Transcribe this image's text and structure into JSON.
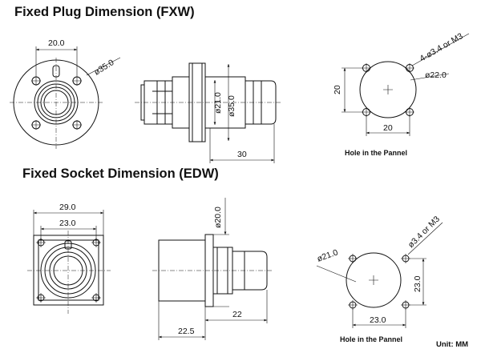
{
  "titles": {
    "plug": "Fixed Plug Dimension (FXW)",
    "socket": "Fixed Socket Dimension (EDW)"
  },
  "captions": {
    "plug_hole": "Hole in the Pannel",
    "socket_hole": "Hole in the Pannel",
    "unit": "Unit:  MM"
  },
  "plug": {
    "front_width": "20.0",
    "front_diameter": "ø35.0",
    "side_inner_diameter": "ø21.0",
    "side_outer_diameter": "ø35.0",
    "side_length": "30",
    "hole_holes": "4-ø3.4 or M3",
    "hole_diameter": "ø22.0",
    "hole_vertical": "20",
    "hole_horizontal": "20"
  },
  "socket": {
    "front_outer_width": "29.0",
    "front_inner_width": "23.0",
    "side_diameter": "ø20.0",
    "side_length_short": "22",
    "side_length_long": "22.5",
    "hole_diameter": "ø21.0",
    "hole_holes": "ø3.4 or M3",
    "hole_vertical": "23.0",
    "hole_horizontal": "23.0"
  }
}
